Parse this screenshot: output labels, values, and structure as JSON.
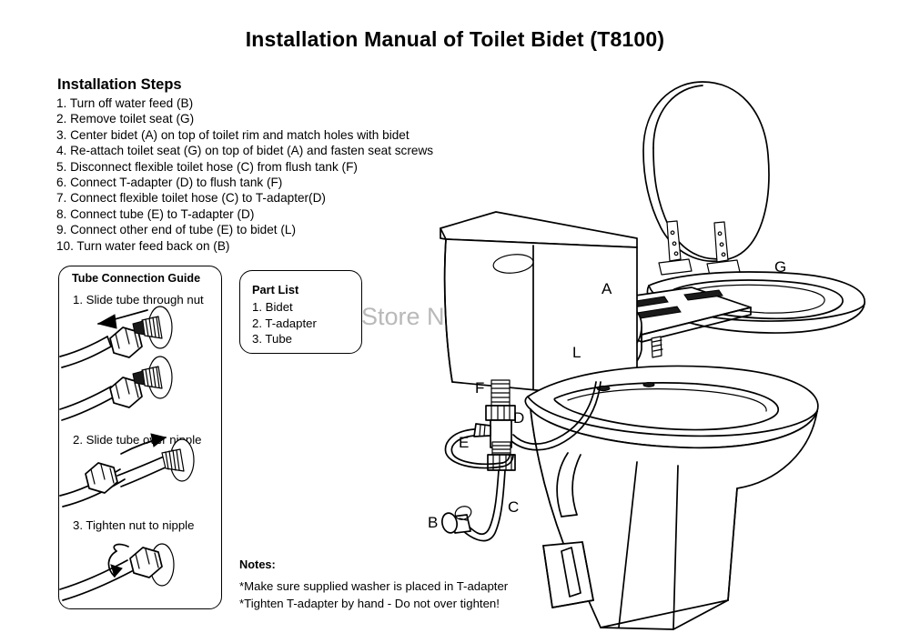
{
  "document": {
    "title": "Installation Manual of Toilet Bidet (T8100)",
    "watermark": "Store No: 436276"
  },
  "steps_section": {
    "heading": "Installation Steps",
    "items": [
      "1. Turn off water feed (B)",
      "2. Remove toilet seat (G)",
      "3. Center bidet (A) on top of toilet rim and match holes with bidet",
      "4. Re-attach toilet seat (G) on top of bidet (A) and fasten seat screws",
      "5. Disconnect flexible toilet hose (C) from flush tank (F)",
      "6. Connect T-adapter (D)  to flush  tank (F)",
      "7. Connect flexible toilet hose (C) to T-adapter(D)",
      "8. Connect  tube (E)  to T-adapter (D)",
      "9. Connect other end of tube  (E) to bidet (L)",
      "10. Turn water feed back on (B)"
    ]
  },
  "tube_connection_guide": {
    "heading": "Tube Connection Guide",
    "step1": "1. Slide tube through nut",
    "step2": "2. Slide tube over nipple",
    "step3": "3. Tighten nut to nipple"
  },
  "part_list": {
    "heading": "Part List",
    "items": [
      "1. Bidet",
      "2. T-adapter",
      "3. Tube"
    ]
  },
  "notes": {
    "heading": "Notes:",
    "items": [
      "*Make sure supplied washer is placed in T-adapter",
      "*Tighten T-adapter by hand - Do not over tighten!"
    ]
  },
  "diagram_labels": {
    "bidet": "A",
    "water_feed_valve": "B",
    "flexible_hose": "C",
    "t_adapter": "D",
    "tube": "E",
    "flush_tank": "F",
    "toilet_seat": "G",
    "bidet_inlet": "L"
  },
  "colors": {
    "line": "#000000",
    "background": "#ffffff",
    "watermark": "#b9b9b9"
  }
}
